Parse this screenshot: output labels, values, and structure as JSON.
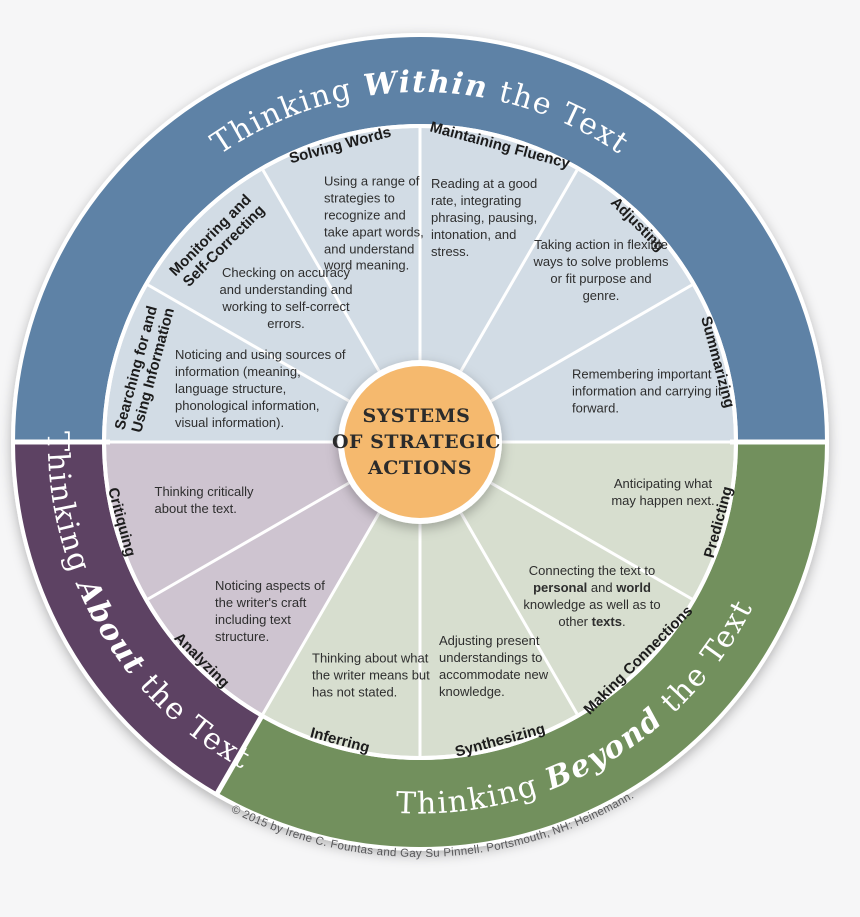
{
  "palette": {
    "background": "#f6f6f7",
    "ring_blue": "#5e82a6",
    "ring_purple": "#5d4263",
    "ring_green": "#72905d",
    "wedge_blue": "#d2dce5",
    "wedge_purple": "#cec4d0",
    "wedge_green": "#d7decf",
    "center_orange": "#f5b96e"
  },
  "center": {
    "line1": "SYSTEMS",
    "line2": "OF STRATEGIC",
    "line3": "ACTIONS"
  },
  "rings": {
    "within": {
      "pre": "Thinking ",
      "em": "Within",
      "post": " the Text"
    },
    "about": {
      "pre": "Thinking ",
      "em": "About",
      "post": " the Text"
    },
    "beyond": {
      "pre": "Thinking ",
      "em": "Beyond",
      "post": " the Text"
    }
  },
  "wedges": {
    "searching": {
      "label1": "Searching for and",
      "label2": "Using Information",
      "desc": "Noticing and using sources of information (meaning, language structure, phonological information, visual information)."
    },
    "monitoring": {
      "label1": "Monitoring and",
      "label2": "Self-Correcting",
      "desc": "Checking on accuracy and understanding and working to self-correct errors."
    },
    "solving": {
      "label": "Solving Words",
      "desc": "Using a range of strategies to recognize and take apart words, and understand word meaning."
    },
    "maintaining": {
      "label": "Maintaining Fluency",
      "desc": "Reading at a good rate, integrating phrasing, pausing, intonation, and stress."
    },
    "adjusting": {
      "label": "Adjusting",
      "desc": "Taking action in flexible ways to solve problems or fit purpose and genre."
    },
    "summarizing": {
      "label": "Summarizing",
      "desc": "Remembering important information and carrying it forward."
    },
    "predicting": {
      "label": "Predicting",
      "desc": "Anticipating what may happen next."
    },
    "connections": {
      "label": "Making Connections",
      "desc_pre": "Connecting the text to ",
      "desc_b1": "personal",
      "desc_mid1": " and ",
      "desc_b2": "world",
      "desc_mid2": " knowledge as well as to other ",
      "desc_b3": "texts",
      "desc_post": "."
    },
    "synthesizing": {
      "label": "Synthesizing",
      "desc": "Adjusting present understandings to accommodate new knowledge."
    },
    "inferring": {
      "label": "Inferring",
      "desc": "Thinking about what the writer means but has not stated."
    },
    "analyzing": {
      "label": "Analyzing",
      "desc": "Noticing aspects of the writer's craft including text structure."
    },
    "critiquing": {
      "label": "Critiquing",
      "desc": "Thinking critically about the text."
    }
  },
  "footer": {
    "copyright": "© 2015 by Irene C. Fountas and Gay Su Pinnell. Portsmouth, NH: Heinemann."
  }
}
